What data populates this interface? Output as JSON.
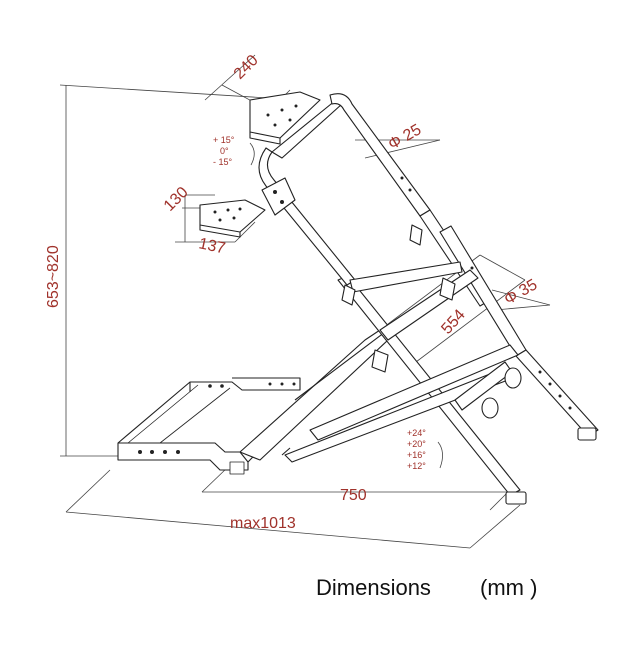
{
  "colors": {
    "dimension": "#a0322b",
    "line": "#222222",
    "frame": "#333333"
  },
  "dimensions": {
    "plate_width": "240",
    "tube_top": "Φ 25",
    "shifter_depth": "130",
    "shifter_width": "137",
    "height_range": "653~820",
    "lower_length": "554",
    "tube_bottom": "Φ 35",
    "base_length": "750",
    "max_length": "max1013"
  },
  "angles": {
    "wheel": [
      "+ 15°",
      "0°",
      "- 15°"
    ],
    "pedal": [
      "+24°",
      "+20°",
      "+16°",
      "+12°"
    ]
  },
  "caption": {
    "title": "Dimensions",
    "unit": "(mm )"
  }
}
